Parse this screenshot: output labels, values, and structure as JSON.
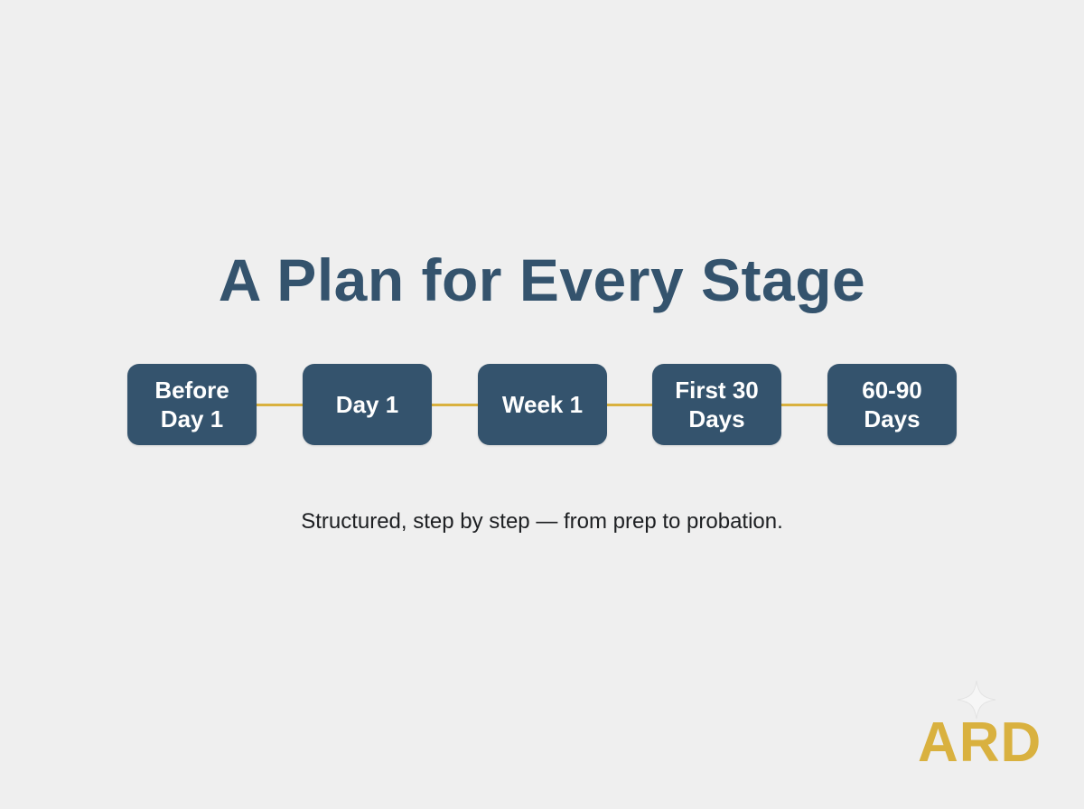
{
  "title": "A Plan for Every Stage",
  "stages": [
    {
      "label": "Before\nDay 1"
    },
    {
      "label": "Day 1"
    },
    {
      "label": "Week 1"
    },
    {
      "label": "First 30\nDays"
    },
    {
      "label": "60-90\nDays"
    }
  ],
  "subtitle": "Structured, step by step — from prep to probation.",
  "logo": {
    "text": "ARD",
    "icon": "sparkle-icon"
  },
  "colors": {
    "background": "#efefef",
    "stage_fill": "#34536d",
    "title": "#34536d",
    "connector": "#d9b13f",
    "logo": "#d9b13f",
    "subtitle": "#1d1f22"
  }
}
